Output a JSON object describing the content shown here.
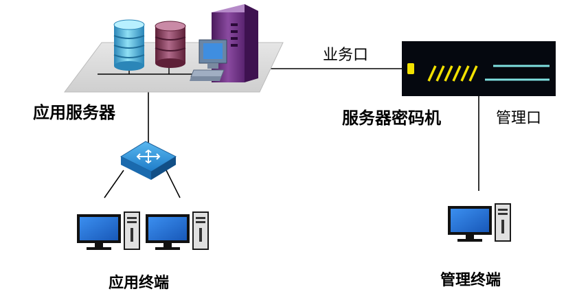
{
  "labels": {
    "app_server": "应用服务器",
    "business_port": "业务口",
    "hsm": "服务器密码机",
    "mgmt_port": "管理口",
    "app_terminal": "应用终端",
    "mgmt_terminal": "管理终端"
  },
  "colors": {
    "line": "#000000",
    "db_blue": "#4fb3d9",
    "db_maroon": "#8a3b5a",
    "server_purple": "#6a2a80",
    "switch_blue": "#2a8ad0",
    "monitor_blue": "#1f6fd0",
    "hsm_body": "#05080f",
    "hsm_slash": "#f2e100",
    "hsm_line": "#7fe0e0"
  },
  "icons": [
    "database-icon",
    "server-tower-icon",
    "workstation-icon",
    "switch-icon",
    "computer-icon",
    "hsm-device-icon"
  ]
}
